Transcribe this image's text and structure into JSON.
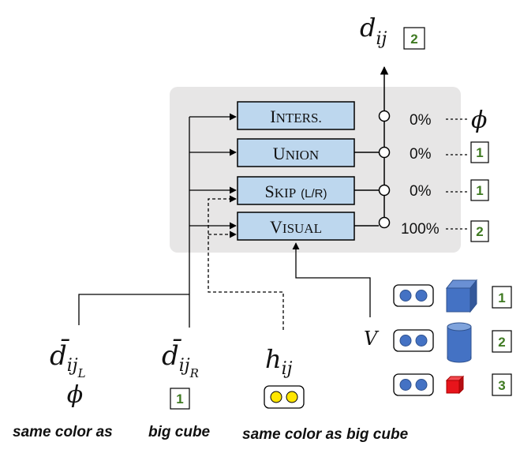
{
  "output": {
    "symbol": "d",
    "subscript": "ij",
    "badge": "2"
  },
  "modules": [
    {
      "cap": "I",
      "rest": "NTERS.",
      "percent": "0%",
      "result": "ϕ"
    },
    {
      "cap": "U",
      "rest": "NION",
      "percent": "0%",
      "badge": "1"
    },
    {
      "cap": "S",
      "rest": "KIP",
      "extra": "(L/R)",
      "percent": "0%",
      "badge": "1"
    },
    {
      "cap": "V",
      "rest": "ISUAL",
      "percent": "100%",
      "badge": "2"
    }
  ],
  "inputs": {
    "left": {
      "symbol": "d̄",
      "subscript": "ij",
      "sub2": "L",
      "value": "ϕ",
      "caption": "same color as"
    },
    "right": {
      "symbol": "d̄",
      "subscript": "ij",
      "sub2": "R",
      "badge": "1",
      "caption": "big cube"
    },
    "hidden": {
      "symbol": "h",
      "subscript": "ij",
      "caption": "same color as big cube"
    },
    "visual": {
      "symbol": "V"
    }
  },
  "objects": [
    {
      "shape": "cube",
      "color": "#4472c4",
      "badge": "1"
    },
    {
      "shape": "cylinder",
      "color": "#4472c4",
      "badge": "2"
    },
    {
      "shape": "small-cube",
      "color": "#e8141b",
      "badge": "3"
    }
  ],
  "colors": {
    "module_fill": "#bdd7ee",
    "panel_fill": "#e7e6e6",
    "badge_text": "#3f7a22",
    "dot_blue": "#4472c4",
    "dot_yellow": "#ffe600"
  }
}
